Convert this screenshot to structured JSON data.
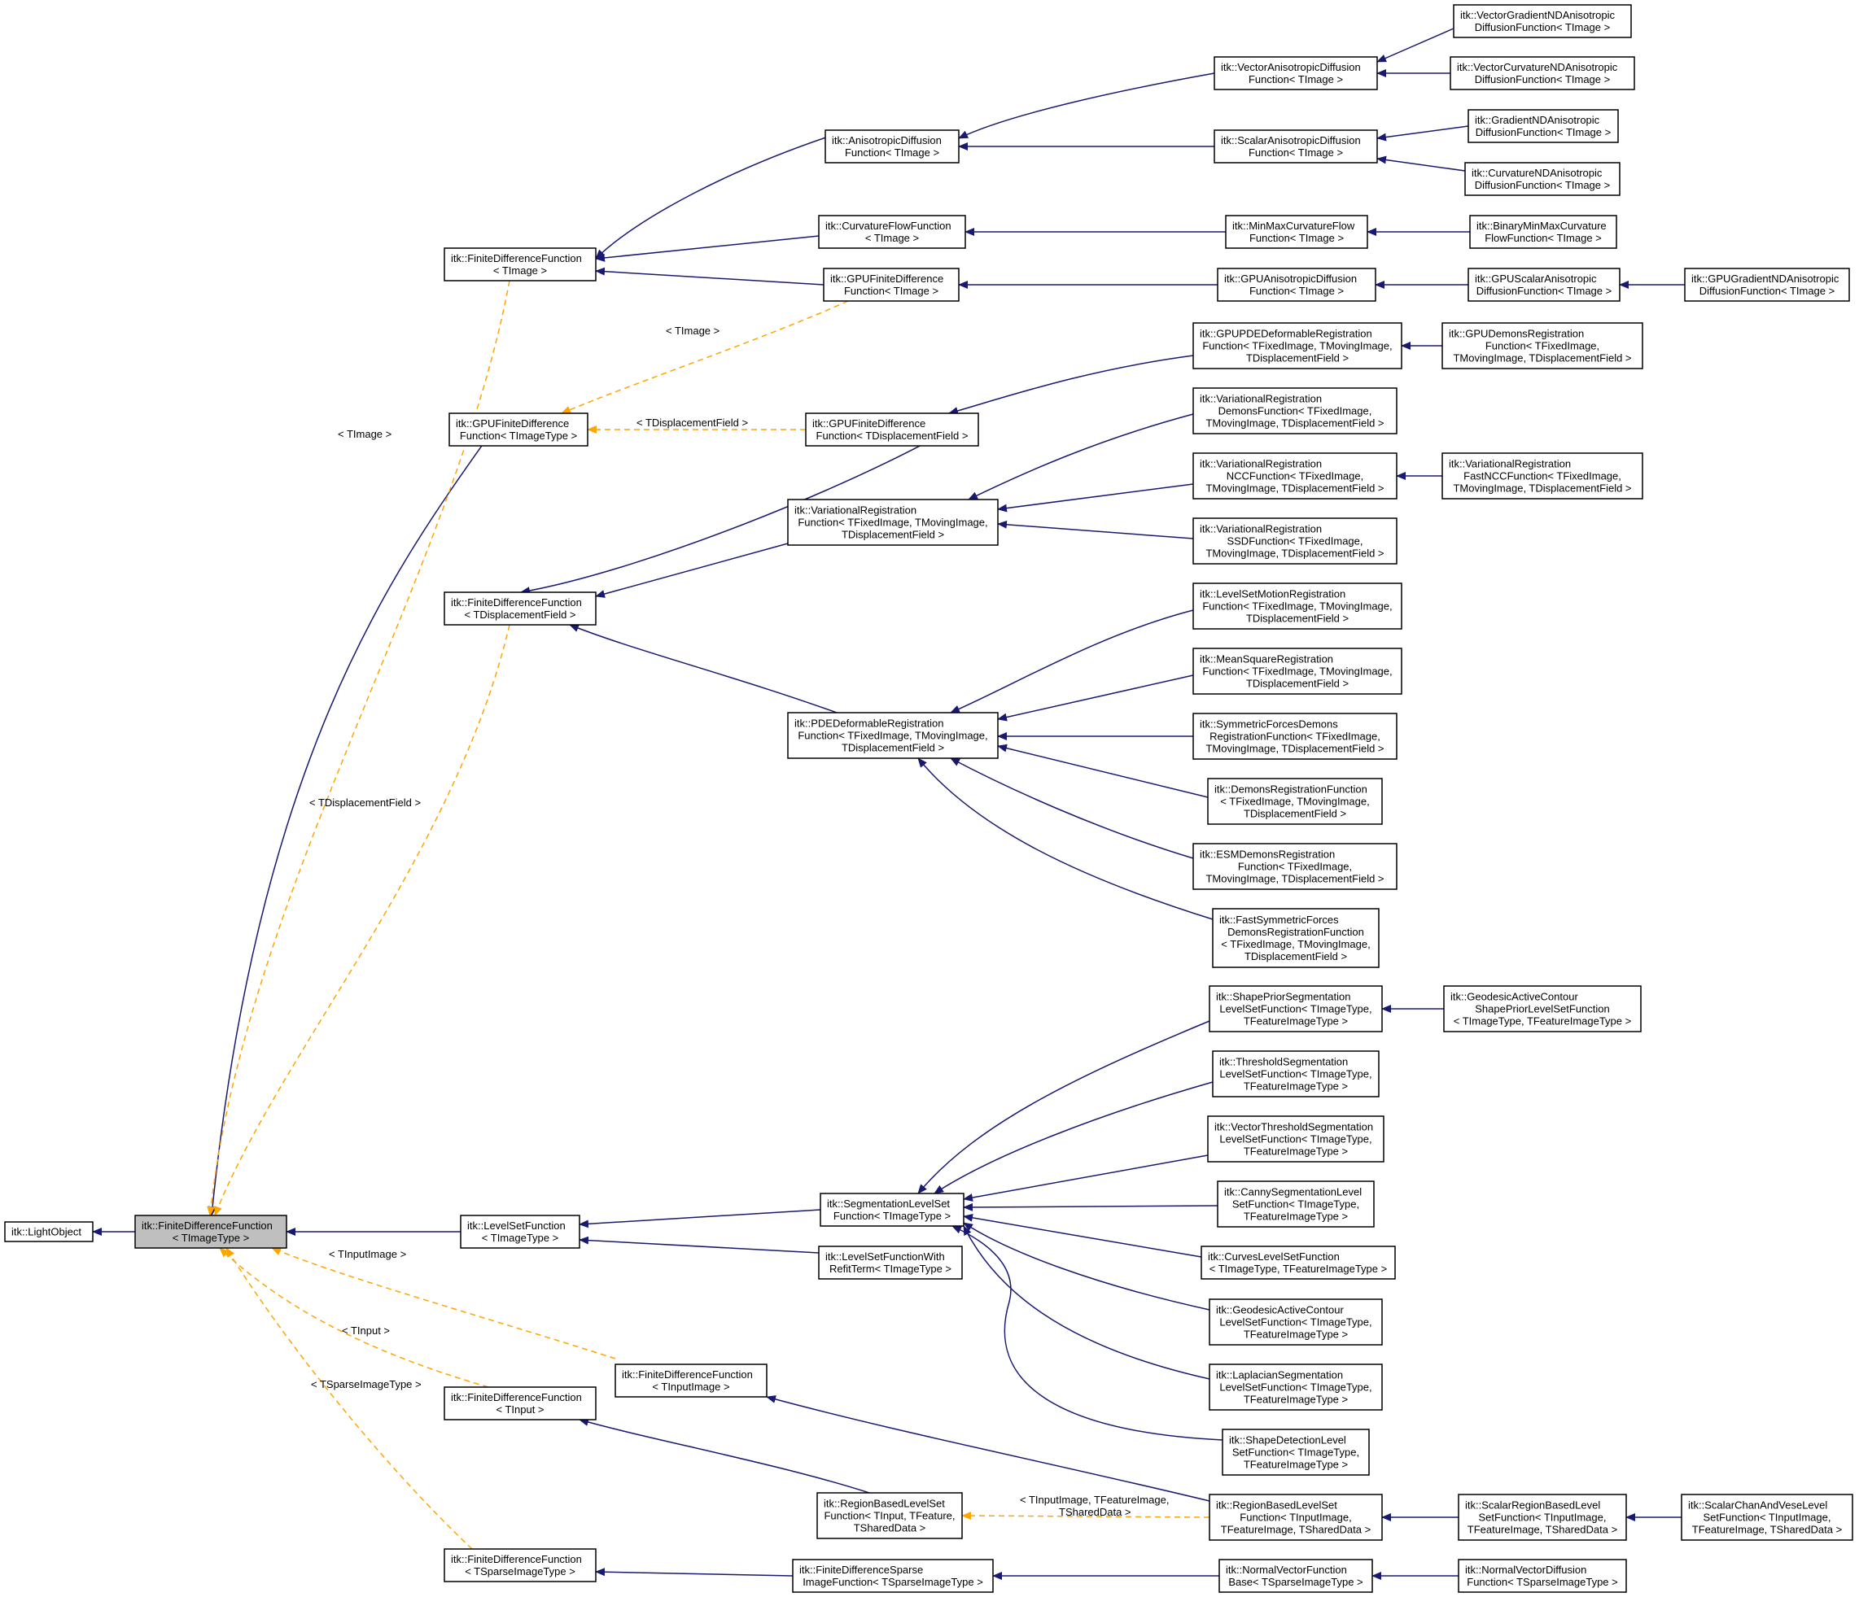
{
  "colors": {
    "inheritance": "#191970",
    "template": "#ffa500",
    "focus_fill": "#bfbfbf"
  },
  "nodes": {
    "lightobject": [
      "itk::LightObject"
    ],
    "fdf_timagetype": [
      "itk::FiniteDifferenceFunction",
      "< TImageType >"
    ],
    "fdf_timage": [
      "itk::FiniteDifferenceFunction",
      "< TImage >"
    ],
    "gpufdf_timagetype": [
      "itk::GPUFiniteDifference",
      "Function< TImageType >"
    ],
    "fdf_tdisp": [
      "itk::FiniteDifferenceFunction",
      "< TDisplacementField >"
    ],
    "levelsetfunction": [
      "itk::LevelSetFunction",
      "< TImageType >"
    ],
    "fdf_tinputimage": [
      "itk::FiniteDifferenceFunction",
      "< TInputImage >"
    ],
    "fdf_tinput": [
      "itk::FiniteDifferenceFunction",
      "< TInput >"
    ],
    "fdf_tsparse": [
      "itk::FiniteDifferenceFunction",
      "< TSparseImageType >"
    ],
    "anisodiff": [
      "itk::AnisotropicDiffusion",
      "Function< TImage >"
    ],
    "curvflow": [
      "itk::CurvatureFlowFunction",
      "< TImage >"
    ],
    "gpufdf_timage": [
      "itk::GPUFiniteDifference",
      "Function< TImage >"
    ],
    "gpufdf_tdisp": [
      "itk::GPUFiniteDifference",
      "Function< TDisplacementField >"
    ],
    "varreg": [
      "itk::VariationalRegistration",
      "Function< TFixedImage, TMovingImage,",
      "TDisplacementField >"
    ],
    "pdedefreg": [
      "itk::PDEDeformableRegistration",
      "Function< TFixedImage, TMovingImage,",
      "TDisplacementField >"
    ],
    "seglevelset": [
      "itk::SegmentationLevelSet",
      "Function< TImageType >"
    ],
    "levelsetrefit": [
      "itk::LevelSetFunctionWith",
      "RefitTerm< TImageType >"
    ],
    "regionbased_tinput": [
      "itk::RegionBasedLevelSet",
      "Function< TInput, TFeature,",
      "TSharedData >"
    ],
    "fdsparse": [
      "itk::FiniteDifferenceSparse",
      "ImageFunction< TSparseImageType >"
    ],
    "vecaniso": [
      "itk::VectorAnisotropicDiffusion",
      "Function< TImage >"
    ],
    "scalaraniso": [
      "itk::ScalarAnisotropicDiffusion",
      "Function< TImage >"
    ],
    "minmaxcurv": [
      "itk::MinMaxCurvatureFlow",
      "Function< TImage >"
    ],
    "gpuaniso": [
      "itk::GPUAnisotropicDiffusion",
      "Function< TImage >"
    ],
    "gpupdedef": [
      "itk::GPUPDEDeformableRegistration",
      "Function< TFixedImage, TMovingImage,",
      "TDisplacementField >"
    ],
    "varregdemons": [
      "itk::VariationalRegistration",
      "DemonsFunction< TFixedImage,",
      "TMovingImage, TDisplacementField >"
    ],
    "varregncc": [
      "itk::VariationalRegistration",
      "NCCFunction< TFixedImage,",
      "TMovingImage, TDisplacementField >"
    ],
    "varregssd": [
      "itk::VariationalRegistration",
      "SSDFunction< TFixedImage,",
      "TMovingImage, TDisplacementField >"
    ],
    "lsmotion": [
      "itk::LevelSetMotionRegistration",
      "Function< TFixedImage, TMovingImage,",
      "TDisplacementField >"
    ],
    "meansquare": [
      "itk::MeanSquareRegistration",
      "Function< TFixedImage, TMovingImage,",
      "TDisplacementField >"
    ],
    "symforces": [
      "itk::SymmetricForcesDemons",
      "RegistrationFunction< TFixedImage,",
      "TMovingImage, TDisplacementField >"
    ],
    "demonsreg": [
      "itk::DemonsRegistrationFunction",
      "< TFixedImage, TMovingImage,",
      "TDisplacementField >"
    ],
    "esmdemons": [
      "itk::ESMDemonsRegistration",
      "Function< TFixedImage,",
      "TMovingImage, TDisplacementField >"
    ],
    "fastsym": [
      "itk::FastSymmetricForces",
      "DemonsRegistrationFunction",
      "< TFixedImage, TMovingImage,",
      "TDisplacementField >"
    ],
    "shapeprior": [
      "itk::ShapePriorSegmentation",
      "LevelSetFunction< TImageType,",
      "TFeatureImageType >"
    ],
    "threshseg": [
      "itk::ThresholdSegmentation",
      "LevelSetFunction< TImageType,",
      "TFeatureImageType >"
    ],
    "vecthreshseg": [
      "itk::VectorThresholdSegmentation",
      "LevelSetFunction< TImageType,",
      "TFeatureImageType >"
    ],
    "cannyseg": [
      "itk::CannySegmentationLevel",
      "SetFunction< TImageType,",
      "TFeatureImageType >"
    ],
    "curveslevel": [
      "itk::CurvesLevelSetFunction",
      "< TImageType, TFeatureImageType >"
    ],
    "geodesic": [
      "itk::GeodesicActiveContour",
      "LevelSetFunction< TImageType,",
      "TFeatureImageType >"
    ],
    "laplacian": [
      "itk::LaplacianSegmentation",
      "LevelSetFunction< TImageType,",
      "TFeatureImageType >"
    ],
    "shapedetect": [
      "itk::ShapeDetectionLevel",
      "SetFunction< TImageType,",
      "TFeatureImageType >"
    ],
    "regionbased_tinputimage": [
      "itk::RegionBasedLevelSet",
      "Function< TInputImage,",
      "TFeatureImage, TSharedData >"
    ],
    "normalvecbase": [
      "itk::NormalVectorFunction",
      "Base< TSparseImageType >"
    ],
    "vecgradnd": [
      "itk::VectorGradientNDAnisotropic",
      "DiffusionFunction< TImage >"
    ],
    "veccurvnd": [
      "itk::VectorCurvatureNDAnisotropic",
      "DiffusionFunction< TImage >"
    ],
    "gradnd": [
      "itk::GradientNDAnisotropic",
      "DiffusionFunction< TImage >"
    ],
    "curvnd": [
      "itk::CurvatureNDAnisotropic",
      "DiffusionFunction< TImage >"
    ],
    "binminmax": [
      "itk::BinaryMinMaxCurvature",
      "FlowFunction< TImage >"
    ],
    "gpuscalaraniso": [
      "itk::GPUScalarAnisotropic",
      "DiffusionFunction< TImage >"
    ],
    "gpugradnd": [
      "itk::GPUGradientNDAnisotropic",
      "DiffusionFunction< TImage >"
    ],
    "gpudemons": [
      "itk::GPUDemonsRegistration",
      "Function< TFixedImage,",
      "TMovingImage, TDisplacementField >"
    ],
    "varregfastncc": [
      "itk::VariationalRegistration",
      "FastNCCFunction< TFixedImage,",
      "TMovingImage, TDisplacementField >"
    ],
    "geodesicshapeprior": [
      "itk::GeodesicActiveContour",
      "ShapePriorLevelSetFunction",
      "< TImageType, TFeatureImageType >"
    ],
    "scalarregion": [
      "itk::ScalarRegionBasedLevel",
      "SetFunction< TInputImage,",
      "TFeatureImage, TSharedData >"
    ],
    "scalarchanvese": [
      "itk::ScalarChanAndVeseLevel",
      "SetFunction< TInputImage,",
      "TFeatureImage, TSharedData >"
    ],
    "normalvecdiff": [
      "itk::NormalVectorDiffusion",
      "Function< TSparseImageType >"
    ]
  },
  "edge_labels": {
    "timage_left": "< TImage >",
    "timage_gpu": "< TImage >",
    "tdisp_gpu": "< TDisplacementField >",
    "tdisp_left": "< TDisplacementField >",
    "tinputimage": "< TInputImage >",
    "tinput": "< TInput >",
    "tsparse": "< TSparseImageType >",
    "regionbased": [
      "< TInputImage, TFeatureImage,",
      "TSharedData >"
    ]
  }
}
